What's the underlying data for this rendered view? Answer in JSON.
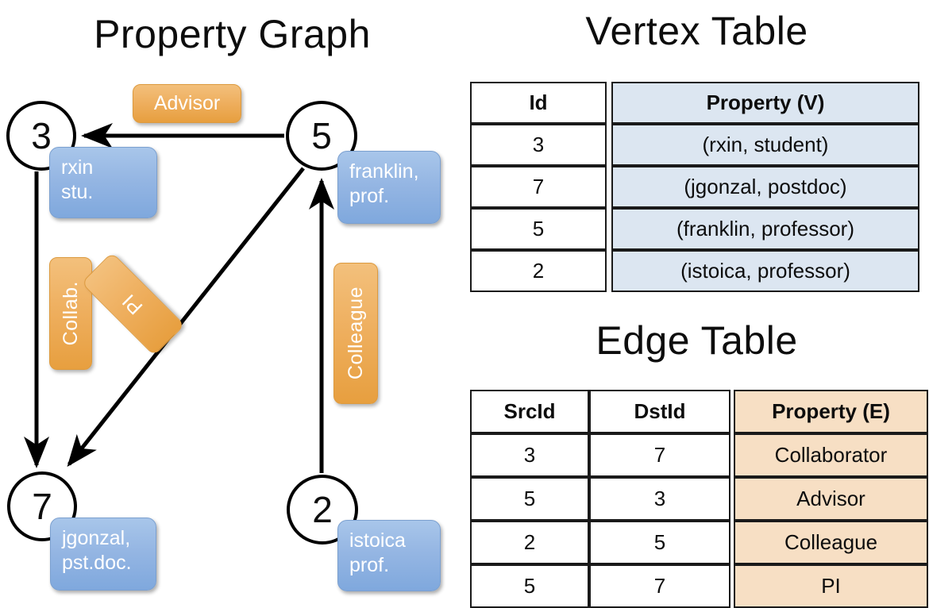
{
  "titles": {
    "property_graph": "Property Graph",
    "vertex_table": "Vertex Table",
    "edge_table": "Edge Table"
  },
  "colors": {
    "vertex_property_fill": "#dce6f1",
    "edge_property_fill": "#f7dfc4",
    "callout_blue": "#95b6e3",
    "callout_orange": "#eeae5d",
    "border": "#1a1a1a"
  },
  "graph": {
    "nodes": [
      {
        "id": "3",
        "label": "3",
        "property_line1": "rxin",
        "property_line2": "stu."
      },
      {
        "id": "5",
        "label": "5",
        "property_line1": "franklin,",
        "property_line2": "prof."
      },
      {
        "id": "7",
        "label": "7",
        "property_line1": "jgonzal,",
        "property_line2": "pst.doc."
      },
      {
        "id": "2",
        "label": "2",
        "property_line1": "istoica",
        "property_line2": "prof."
      }
    ],
    "edge_labels": [
      {
        "name": "advisor",
        "text": "Advisor"
      },
      {
        "name": "collab",
        "text": "Collab."
      },
      {
        "name": "pi",
        "text": "PI"
      },
      {
        "name": "colleague",
        "text": "Colleague"
      }
    ]
  },
  "vertex_table": {
    "headers": [
      "Id",
      "Property (V)"
    ],
    "rows": [
      {
        "id": "3",
        "property": "(rxin, student)"
      },
      {
        "id": "7",
        "property": "(jgonzal, postdoc)"
      },
      {
        "id": "5",
        "property": "(franklin, professor)"
      },
      {
        "id": "2",
        "property": "(istoica, professor)"
      }
    ]
  },
  "edge_table": {
    "headers": [
      "SrcId",
      "DstId",
      "Property (E)"
    ],
    "rows": [
      {
        "src": "3",
        "dst": "7",
        "property": "Collaborator"
      },
      {
        "src": "5",
        "dst": "3",
        "property": "Advisor"
      },
      {
        "src": "2",
        "dst": "5",
        "property": "Colleague"
      },
      {
        "src": "5",
        "dst": "7",
        "property": "PI"
      }
    ]
  }
}
